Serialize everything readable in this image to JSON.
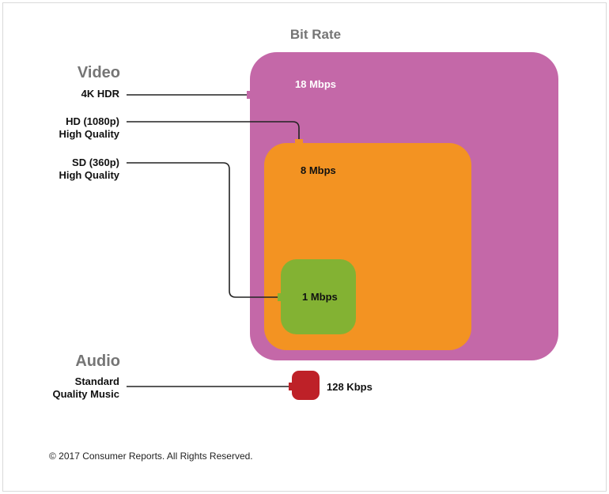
{
  "title": "Bit Rate",
  "sections": {
    "video": "Video",
    "audio": "Audio"
  },
  "items": [
    {
      "id": "4k",
      "label_lines": [
        "4K HDR"
      ],
      "rate": "18 Mbps",
      "color": "#c468a8",
      "text_color": "#ffffff"
    },
    {
      "id": "hd",
      "label_lines": [
        "HD (1080p)",
        "High Quality"
      ],
      "rate": "8 Mbps",
      "color": "#f39322",
      "text_color": "#111111"
    },
    {
      "id": "sd",
      "label_lines": [
        "SD (360p)",
        "High Quality"
      ],
      "rate": "1 Mbps",
      "color": "#83b233",
      "text_color": "#111111"
    },
    {
      "id": "audio",
      "label_lines": [
        "Standard",
        "Quality Music"
      ],
      "rate": "128 Kbps",
      "color": "#be2128",
      "text_color": "#111111"
    }
  ],
  "copyright": "© 2017 Consumer Reports. All Rights Reserved."
}
